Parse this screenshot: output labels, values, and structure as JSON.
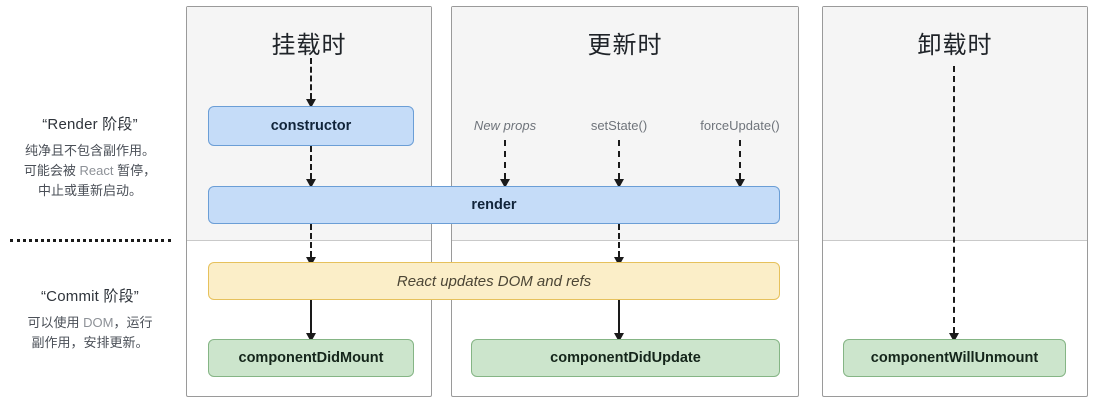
{
  "phases": [
    {
      "name": "render-phase",
      "title": "“Render 阶段”",
      "desc_line1": "纯净且不包含副作用。",
      "desc_line2_a": "可能会被 ",
      "desc_line2_en": "React",
      "desc_line2_b": " 暂停，",
      "desc_line3": "中止或重新启动。"
    },
    {
      "name": "commit-phase",
      "title": "“Commit 阶段”",
      "desc_line1_a": "可以使用 ",
      "desc_line1_en": "DOM",
      "desc_line1_b": "，运行",
      "desc_line2": "副作用，安排更新。"
    }
  ],
  "columns": [
    {
      "name": "mounting",
      "title": "挂载时"
    },
    {
      "name": "updating",
      "title": "更新时"
    },
    {
      "name": "unmounting",
      "title": "卸载时"
    }
  ],
  "triggers": [
    {
      "name": "new-props",
      "label": "New props",
      "italic": true
    },
    {
      "name": "set-state",
      "label": "setState()",
      "italic": false
    },
    {
      "name": "force-update",
      "label": "forceUpdate()",
      "italic": false
    }
  ],
  "nodes": {
    "constructor": "constructor",
    "render": "render",
    "commit_dom": "React updates DOM and refs",
    "did_mount": "componentDidMount",
    "did_update": "componentDidUpdate",
    "will_unmount": "componentWillUnmount"
  },
  "colors": {
    "blue_fill": "#c5dcf8",
    "blue_border": "#6b9ed6",
    "yellow_fill": "#fbeec8",
    "yellow_border": "#e6c15c",
    "green_fill": "#cce5cc",
    "green_border": "#85b585",
    "panel_gray": "#f5f5f5",
    "panel_border": "#9a9a9a",
    "arrow": "#1a1a1a"
  }
}
